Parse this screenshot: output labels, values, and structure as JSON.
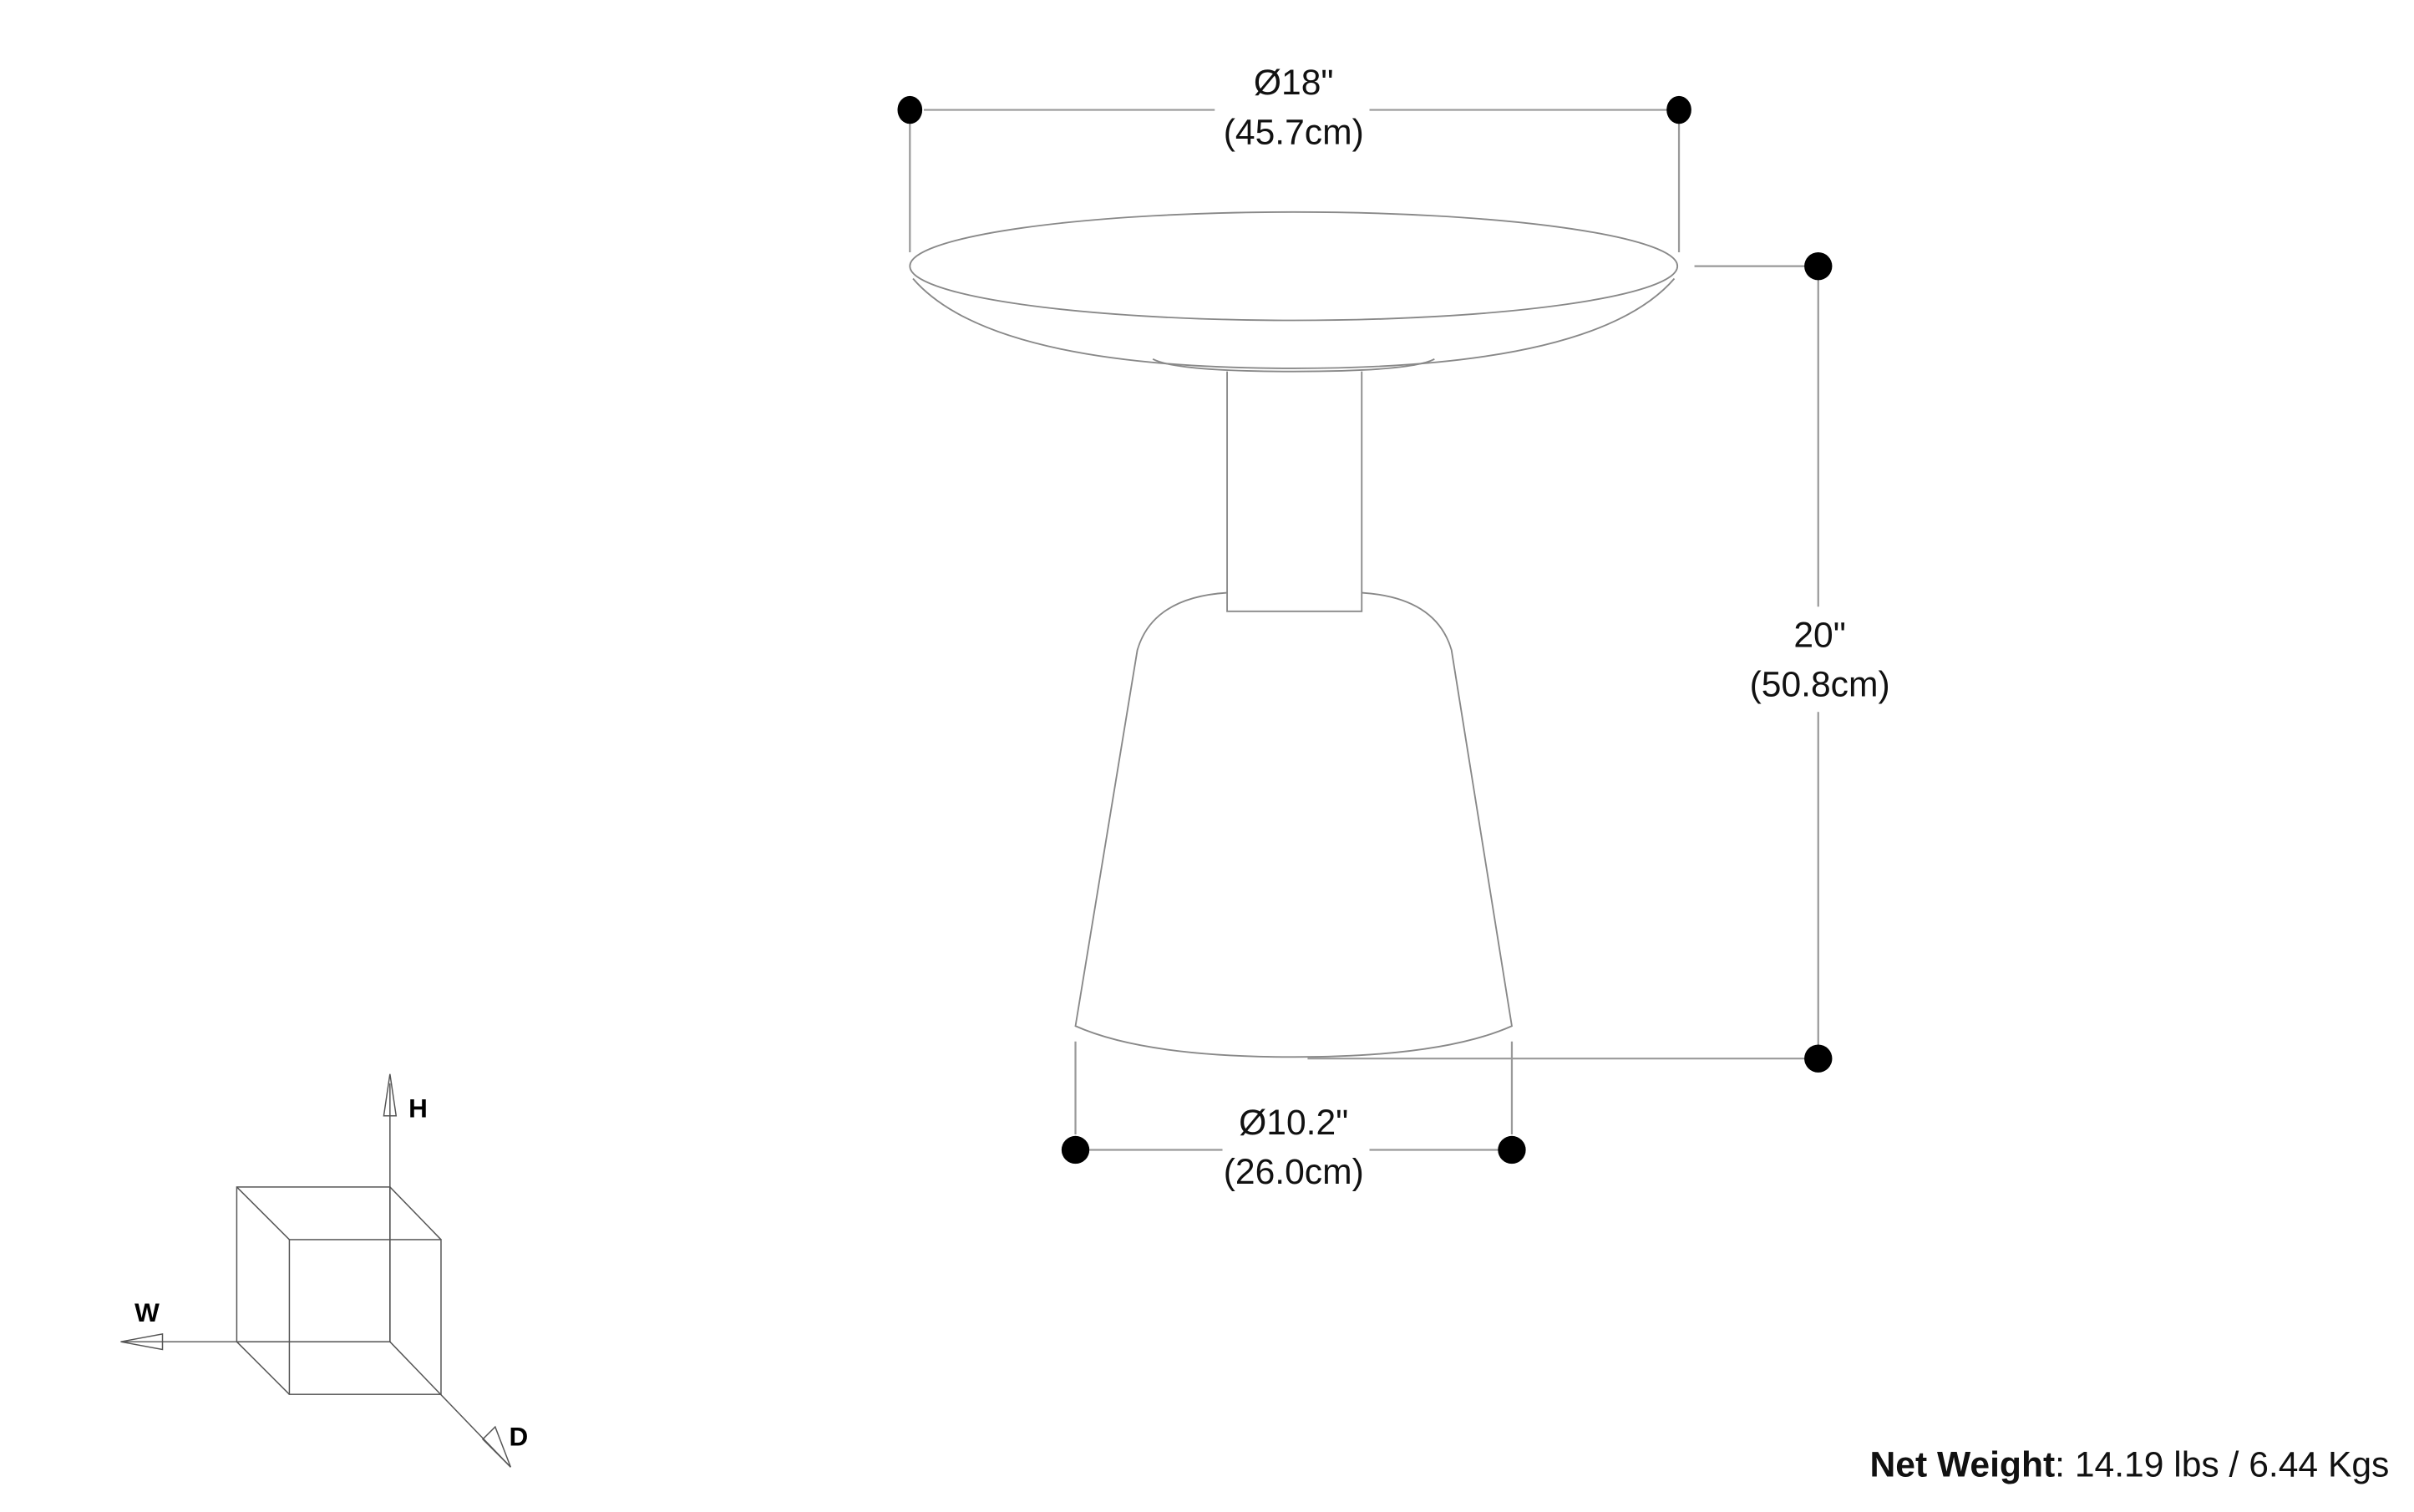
{
  "dimensions": {
    "top_diameter": {
      "imperial": "Ø18\"",
      "metric": "(45.7cm)"
    },
    "height": {
      "imperial": "20\"",
      "metric": "(50.8cm)"
    },
    "base_diameter": {
      "imperial": "Ø10.2\"",
      "metric": "(26.0cm)"
    }
  },
  "axes": {
    "height": "H",
    "width": "W",
    "depth": "D"
  },
  "net_weight": {
    "label": "Net Weight",
    "value": ": 14.19 lbs / 6.44 Kgs"
  }
}
